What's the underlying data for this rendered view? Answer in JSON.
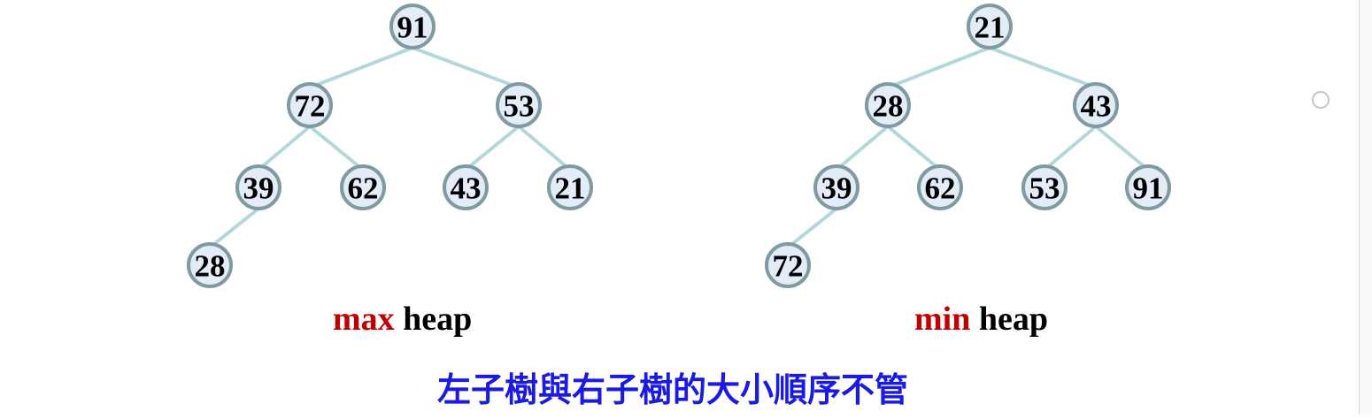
{
  "diagrams": [
    {
      "kind": "max",
      "caption_keyword": "max",
      "caption_rest": " heap",
      "nodes": [
        "91",
        "72",
        "53",
        "39",
        "62",
        "43",
        "21",
        "28"
      ]
    },
    {
      "kind": "min",
      "caption_keyword": "min",
      "caption_rest": " heap",
      "nodes": [
        "21",
        "28",
        "43",
        "39",
        "62",
        "53",
        "91",
        "72"
      ]
    }
  ],
  "footnote": "左子樹與右子樹的大小順序不管",
  "colors": {
    "keyword": "#c00000",
    "footnote": "#1a1ae0",
    "edge": "#b3d8dc",
    "node_fill": "#e4ecf7",
    "node_border": "#7f9aa0"
  }
}
